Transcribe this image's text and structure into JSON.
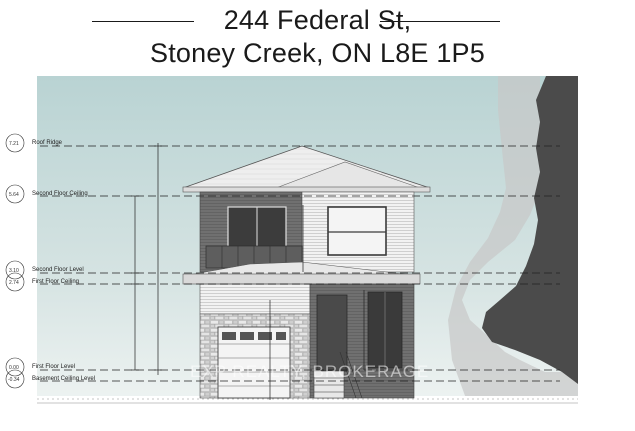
{
  "address": {
    "line1": "244 Federal St,",
    "line2": "Stoney Creek, ON L8E 1P5"
  },
  "levels": [
    {
      "elev": "7.21",
      "label": "Roof Ridge"
    },
    {
      "elev": "5.64",
      "label": "Second Floor Ceiling"
    },
    {
      "elev": "3.10",
      "label": "Second Floor Level"
    },
    {
      "elev": "2.74",
      "label": "First Floor Ceiling"
    },
    {
      "elev": "0.00",
      "label": "First Floor Level"
    },
    {
      "elev": "-0.34",
      "label": "Basement Ceiling Level"
    }
  ],
  "watermark": "EXP REALTY, BROKERAGE",
  "colors": {
    "sky_top": "#b9d3d3",
    "sky_bottom": "#e8f0ef",
    "tree": "#4d4d4d",
    "tree_soft": "#c9c9c9",
    "roof": "#f0f0f0",
    "siding_dark": "#6f6f6f",
    "siding_light": "#f2f2f2",
    "stone": "#d8d8d8"
  }
}
